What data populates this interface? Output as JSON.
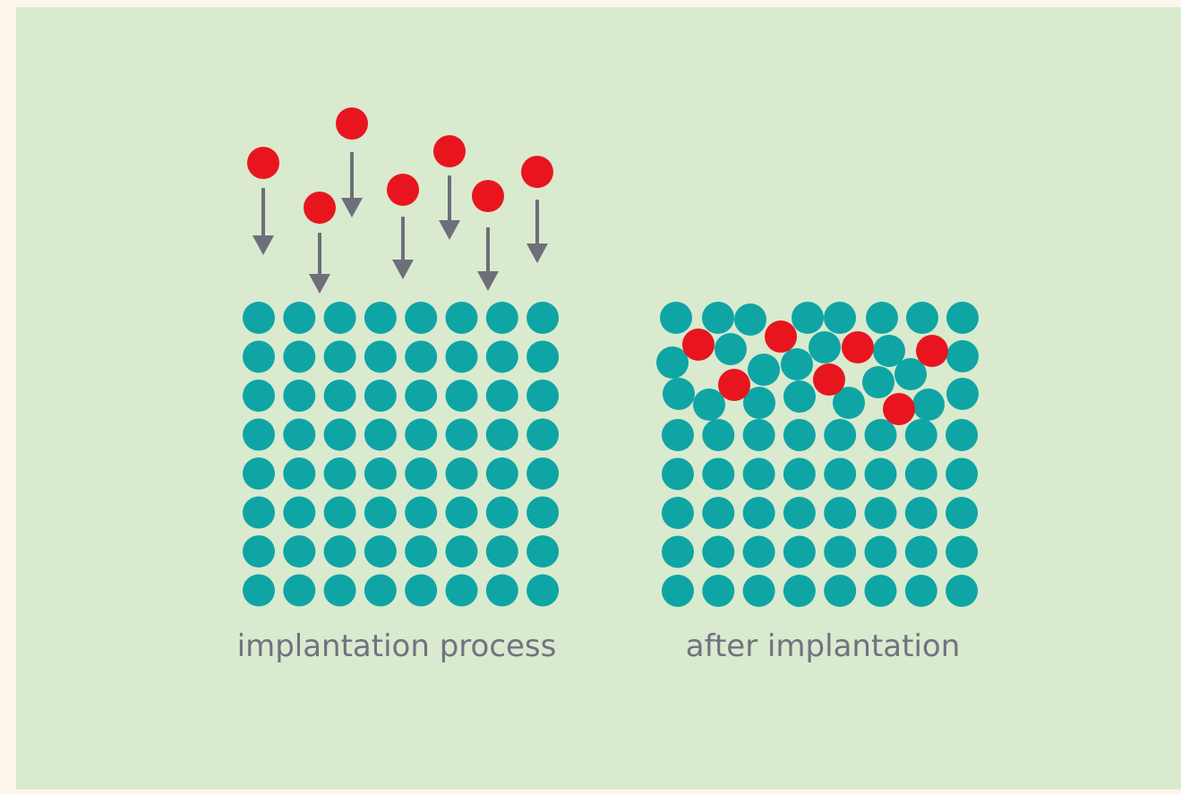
{
  "colors": {
    "page_border": "#fdf6ea",
    "panel_background": "#d9eacf",
    "lattice_atom": "#0fa5a5",
    "implanted_ion": "#e8151f",
    "arrow": "#6d6f7a",
    "caption_text": "#6f7380"
  },
  "panels": [
    {
      "id": "implantation-process",
      "caption": "implantation process",
      "lattice": {
        "rows": 8,
        "columns": 8
      },
      "incoming_ion_count": 7,
      "arrow_count": 7
    },
    {
      "id": "after-implantation",
      "caption": "after implantation",
      "lattice": {
        "rows": 8,
        "columns": 8,
        "disordered_top_rows": 3
      },
      "embedded_ion_count": 7
    }
  ]
}
